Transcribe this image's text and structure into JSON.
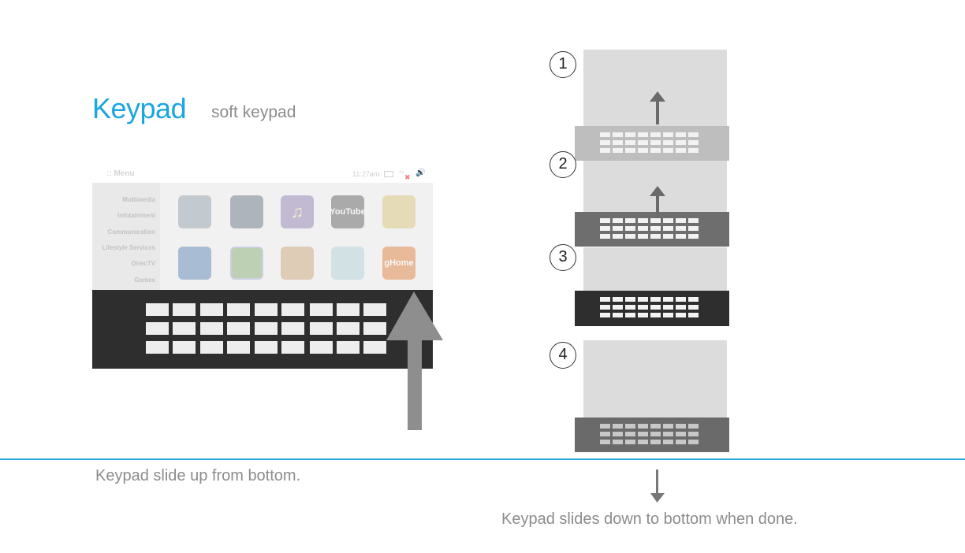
{
  "header": {
    "title": "Keypad",
    "subtitle": "soft keypad"
  },
  "mockup": {
    "menu_label": ":: Menu",
    "time": "11:27am",
    "sidebar_items": [
      "Multimedia",
      "Infotainment",
      "Communication",
      "Lifestyle Services",
      "DirecTV",
      "Games"
    ],
    "app_labels": {
      "youtube": "YouTube",
      "ghome": "gHome"
    }
  },
  "steps": [
    "1",
    "2",
    "3",
    "4"
  ],
  "captions": {
    "slide_up": "Keypad slide up from bottom.",
    "slide_down": "Keypad slides down to bottom when done."
  },
  "colors": {
    "accent": "#1aa6e0",
    "keyboard": "#2e2e2e",
    "caption": "#8c8c8c"
  }
}
